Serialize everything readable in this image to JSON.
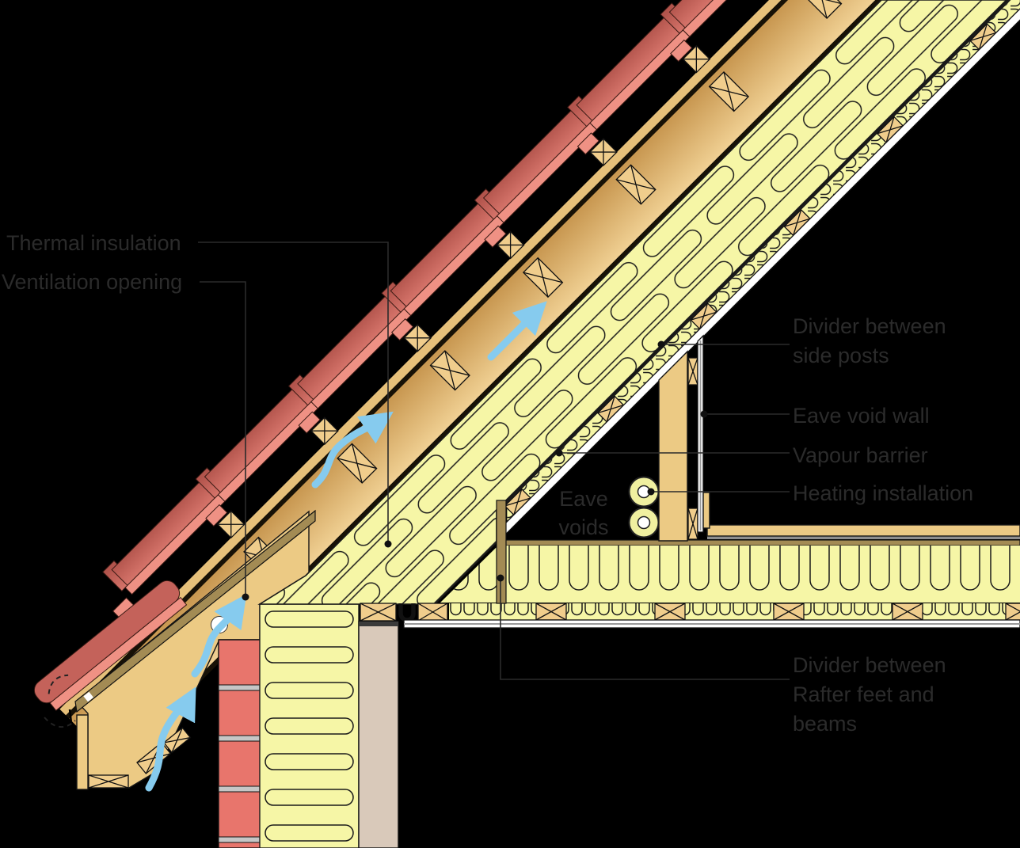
{
  "diagram": {
    "type": "roof-eave-construction-section",
    "labels": {
      "thermal_insulation": "Thermal insulation",
      "ventilation_opening": "Ventilation opening",
      "divider_side_1": "Divider between",
      "divider_side_2": "side posts",
      "eave_void_wall": "Eave void wall",
      "vapour_barrier": "Vapour barrier",
      "heating_installation": "Heating installation",
      "eave_voids_1": "Eave",
      "eave_voids_2": "voids",
      "divider_rafter_1": "Divider between",
      "divider_rafter_2": "Rafter feet and",
      "divider_rafter_3": "beams"
    },
    "colors": {
      "background": "#000000",
      "tile_red": "#c4625a",
      "tile_lip_pink": "#ef9184",
      "batten_wood": "#f0cd8c",
      "rafter_tan": "#ecca84",
      "board_brown": "#a38b54",
      "insulation_yellow": "#f6f6a6",
      "brick_red": "#e8756c",
      "mortar_grey": "#c6c6c6",
      "inner_leaf": "#d9c9ba",
      "lining_white": "#ffffff",
      "airflow_blue": "#86cbee",
      "label_text": "#2b2b2b"
    }
  }
}
